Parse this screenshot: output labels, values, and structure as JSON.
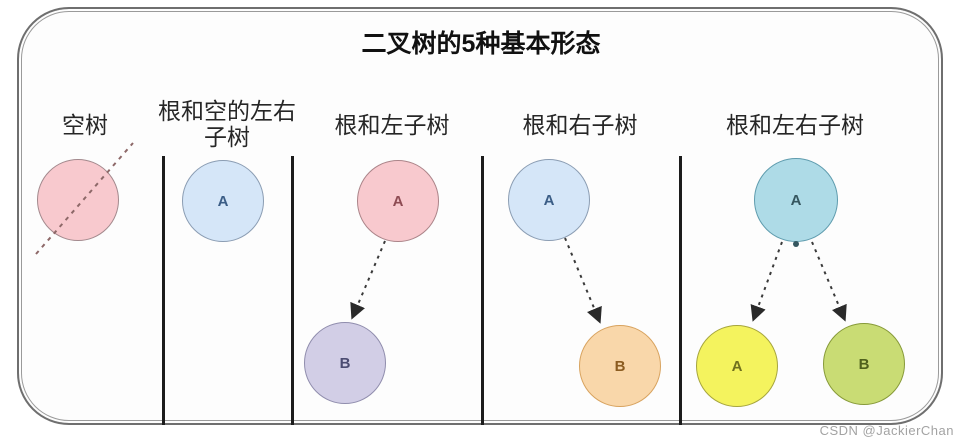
{
  "figure": {
    "title": "二叉树的5种基本形态",
    "watermark": "CSDN @JackierChan"
  },
  "colors": {
    "frame_border": "#6f6f6f",
    "divider": "#1c1c1c",
    "edge": "#3a3a3a",
    "title_text": "#111111",
    "label_text": "#262626",
    "watermark_text": "#a3a3a3"
  },
  "panels": [
    {
      "label": "空树",
      "empty_node": {
        "fill": "#f8c9ce",
        "border": "#a3898d"
      },
      "slash_color": "#8d6868"
    },
    {
      "label": "根和空的左右子树",
      "root": {
        "label": "A",
        "fill": "#d5e6f8",
        "border": "#8b9db3",
        "text": "#3b5d86"
      }
    },
    {
      "label": "根和左子树",
      "root": {
        "label": "A",
        "fill": "#f8c9ce",
        "border": "#ab8489",
        "text": "#8e4b53"
      },
      "left_child": {
        "label": "B",
        "fill": "#d2cee6",
        "border": "#908dad",
        "text": "#4c4c72"
      }
    },
    {
      "label": "根和右子树",
      "root": {
        "label": "A",
        "fill": "#d5e6f8",
        "border": "#8b9db3",
        "text": "#3b5d86"
      },
      "right_child": {
        "label": "B",
        "fill": "#f9d7aa",
        "border": "#d8a35f",
        "text": "#8c5c20"
      }
    },
    {
      "label": "根和左右子树",
      "root": {
        "label": "A",
        "fill": "#aedbe7",
        "border": "#5f9cae",
        "text": "#35565f"
      },
      "left_child": {
        "label": "A",
        "fill": "#f4f35e",
        "border": "#a6a53d",
        "text": "#70701e"
      },
      "right_child": {
        "label": "B",
        "fill": "#c9dc74",
        "border": "#879a39",
        "text": "#4f611c"
      }
    }
  ]
}
